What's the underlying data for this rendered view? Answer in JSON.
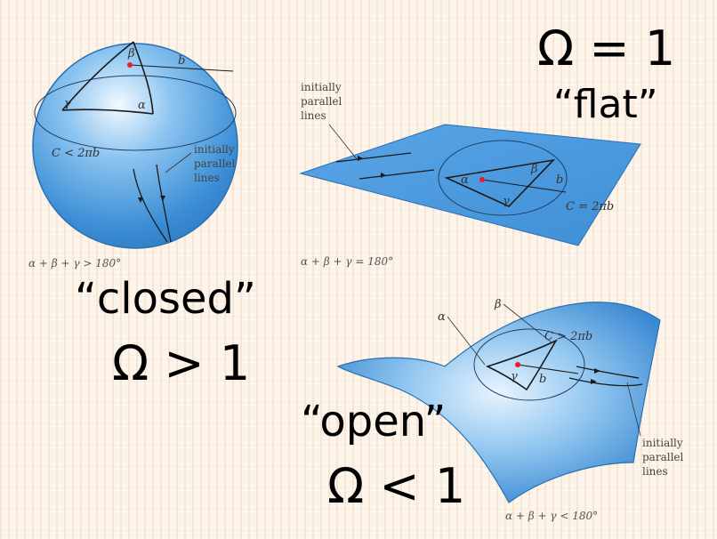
{
  "flat": {
    "omega": "Ω = 1",
    "name": "“flat”",
    "note_lines": [
      "initially",
      "parallel",
      "lines"
    ],
    "alpha": "α",
    "beta": "β",
    "gamma": "γ",
    "b": "b",
    "circumference": "C = 2πb",
    "angle_sum": "α + β + γ = 180°"
  },
  "closed": {
    "name": "“closed”",
    "omega": "Ω > 1",
    "note_lines": [
      "initially",
      "parallel",
      "lines"
    ],
    "alpha": "α",
    "beta": "β",
    "gamma": "γ",
    "b": "b",
    "circumference": "C < 2πb",
    "angle_sum": "α + β + γ > 180°"
  },
  "open": {
    "name": "“open”",
    "omega": "Ω < 1",
    "note_lines": [
      "initially",
      "parallel",
      "lines"
    ],
    "alpha": "α",
    "beta": "β",
    "gamma": "γ",
    "b": "b",
    "circumference": "C > 2πb",
    "angle_sum": "α + β + γ < 180°"
  },
  "colors": {
    "surface": "#3f8fd6",
    "surface_light": "#bfe0fb",
    "center_dot": "#e0202a"
  }
}
